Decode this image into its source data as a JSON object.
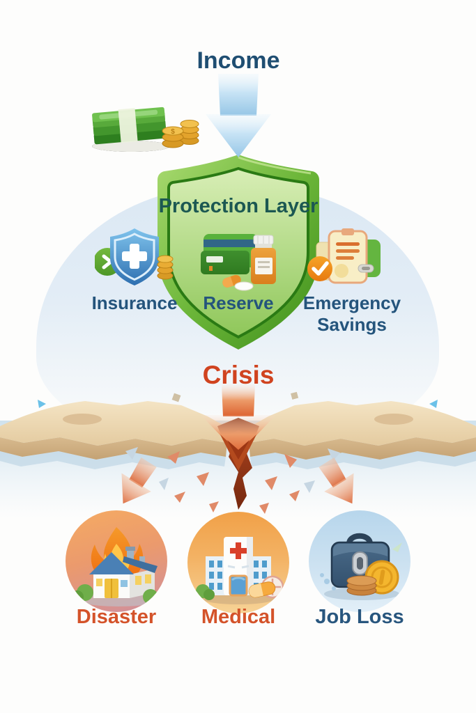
{
  "income": {
    "label": "Income",
    "icon": "cash-stack-and-coins"
  },
  "protection": {
    "title": "Protection Layer",
    "items": [
      {
        "label": "Insurance",
        "icon": "medical-cross-shield-with-coins"
      },
      {
        "label": "Reserve",
        "icon": "bank-cards-and-pill-bottle"
      },
      {
        "label": "Emergency Savings",
        "icon": "savings-checklist-notebook"
      }
    ]
  },
  "crisis": {
    "label": "Crisis"
  },
  "outcomes": [
    {
      "label": "Disaster",
      "icon": "burning-house",
      "label_color": "#d4532a"
    },
    {
      "label": "Medical",
      "icon": "hospital-building",
      "label_color": "#d4532a"
    },
    {
      "label": "Job Loss",
      "icon": "briefcase-with-coins",
      "label_color": "#28567e"
    }
  ],
  "colors": {
    "income_text": "#1f4e72",
    "protection_title": "#1c5852",
    "item_label_text": "#24547c",
    "crisis_text": "#d0431f",
    "shield_green": "#5fae2e",
    "shield_inner_green": "#c9e7a4",
    "income_arrow_blue": "#a9d2ec",
    "crisis_arrow_orange": "#dd6230",
    "ground_tan": "#ecd9b4",
    "crack_red": "#a8421e"
  }
}
